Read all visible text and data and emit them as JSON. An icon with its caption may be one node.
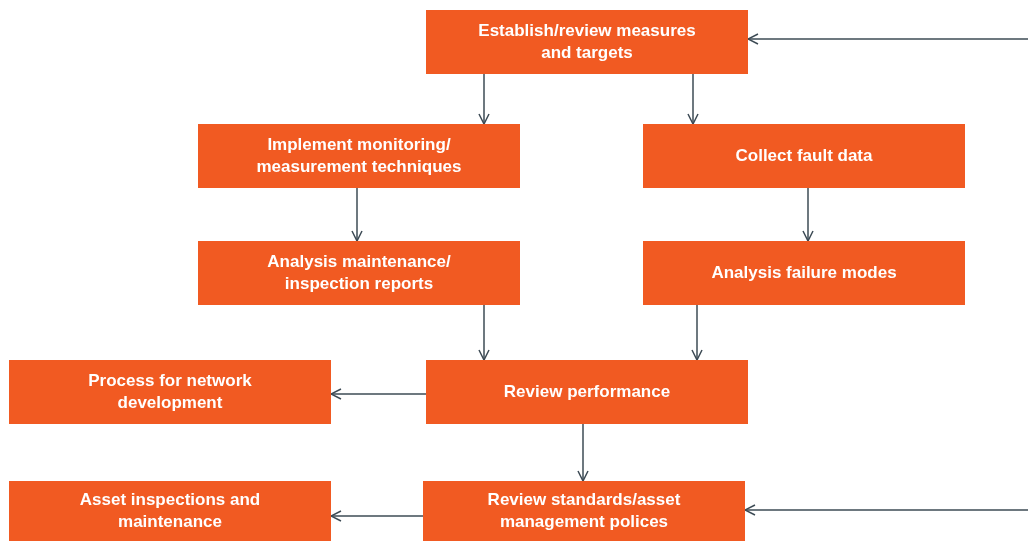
{
  "diagram": {
    "nodes": [
      {
        "text": [
          "Establish/review measures and targets"
        ]
      },
      {
        "text": [
          "Implement monitoring/ measurement techniques"
        ]
      },
      {
        "text": [
          "Collect fault data"
        ]
      },
      {
        "text": [
          "Analysis maintenance/ inspection reports"
        ]
      },
      {
        "text": [
          "Analysis failure modes"
        ]
      },
      {
        "text": [
          "Process for network development"
        ]
      },
      {
        "text": [
          "Review performance"
        ]
      },
      {
        "text": [
          "Asset inspections and maintenance"
        ]
      },
      {
        "text": [
          "Review standards/asset management polices"
        ]
      }
    ],
    "edges": [
      {
        "from": 0,
        "to": 1,
        "arrow": "to"
      },
      {
        "from": 0,
        "to": 2,
        "arrow": "to"
      },
      {
        "from": 1,
        "to": 3,
        "arrow": "to"
      },
      {
        "from": 2,
        "to": 4,
        "arrow": "to"
      },
      {
        "from": 3,
        "to": 6,
        "arrow": "to"
      },
      {
        "from": 4,
        "to": 6,
        "arrow": "to"
      },
      {
        "from": 6,
        "to": 5,
        "arrow": "to"
      },
      {
        "from": 6,
        "to": 8,
        "arrow": "to"
      },
      {
        "from": 8,
        "to": 7,
        "arrow": "to"
      },
      {
        "from": null,
        "to": 0,
        "arrow": "to"
      },
      {
        "from": null,
        "to": 8,
        "arrow": "to"
      }
    ]
  }
}
